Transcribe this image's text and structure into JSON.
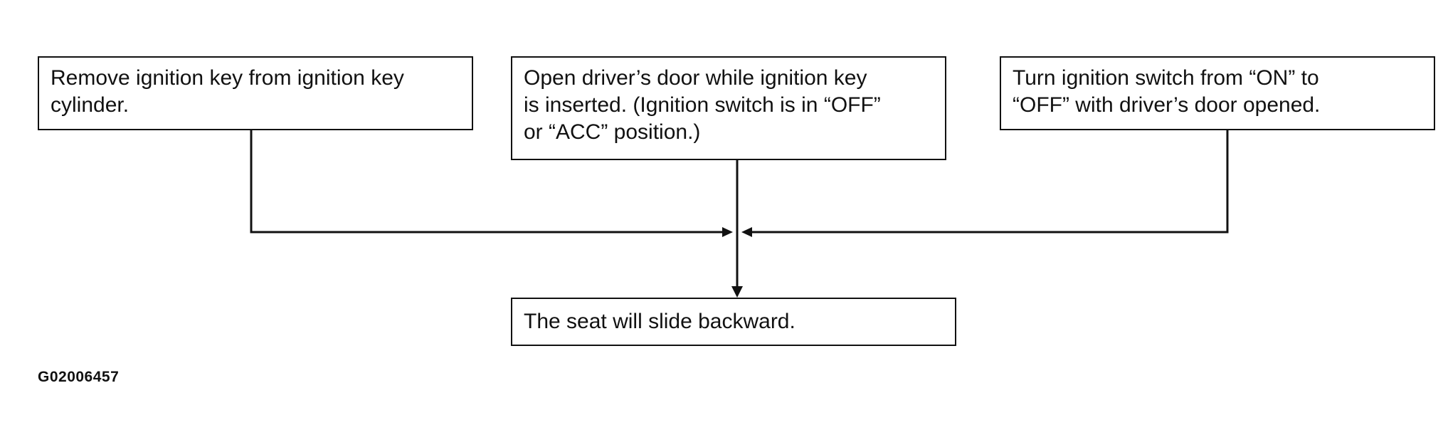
{
  "diagram": {
    "conditions": [
      {
        "text": "Remove ignition key from ignition key\ncylinder."
      },
      {
        "text": "Open driver’s door while ignition key\nis inserted. (Ignition switch is in “OFF”\nor “ACC” position.)"
      },
      {
        "text": "Turn ignition switch from “ON” to\n“OFF” with driver’s door opened."
      }
    ],
    "result": {
      "text": "The seat will slide backward."
    },
    "figure_id": "G02006457"
  }
}
